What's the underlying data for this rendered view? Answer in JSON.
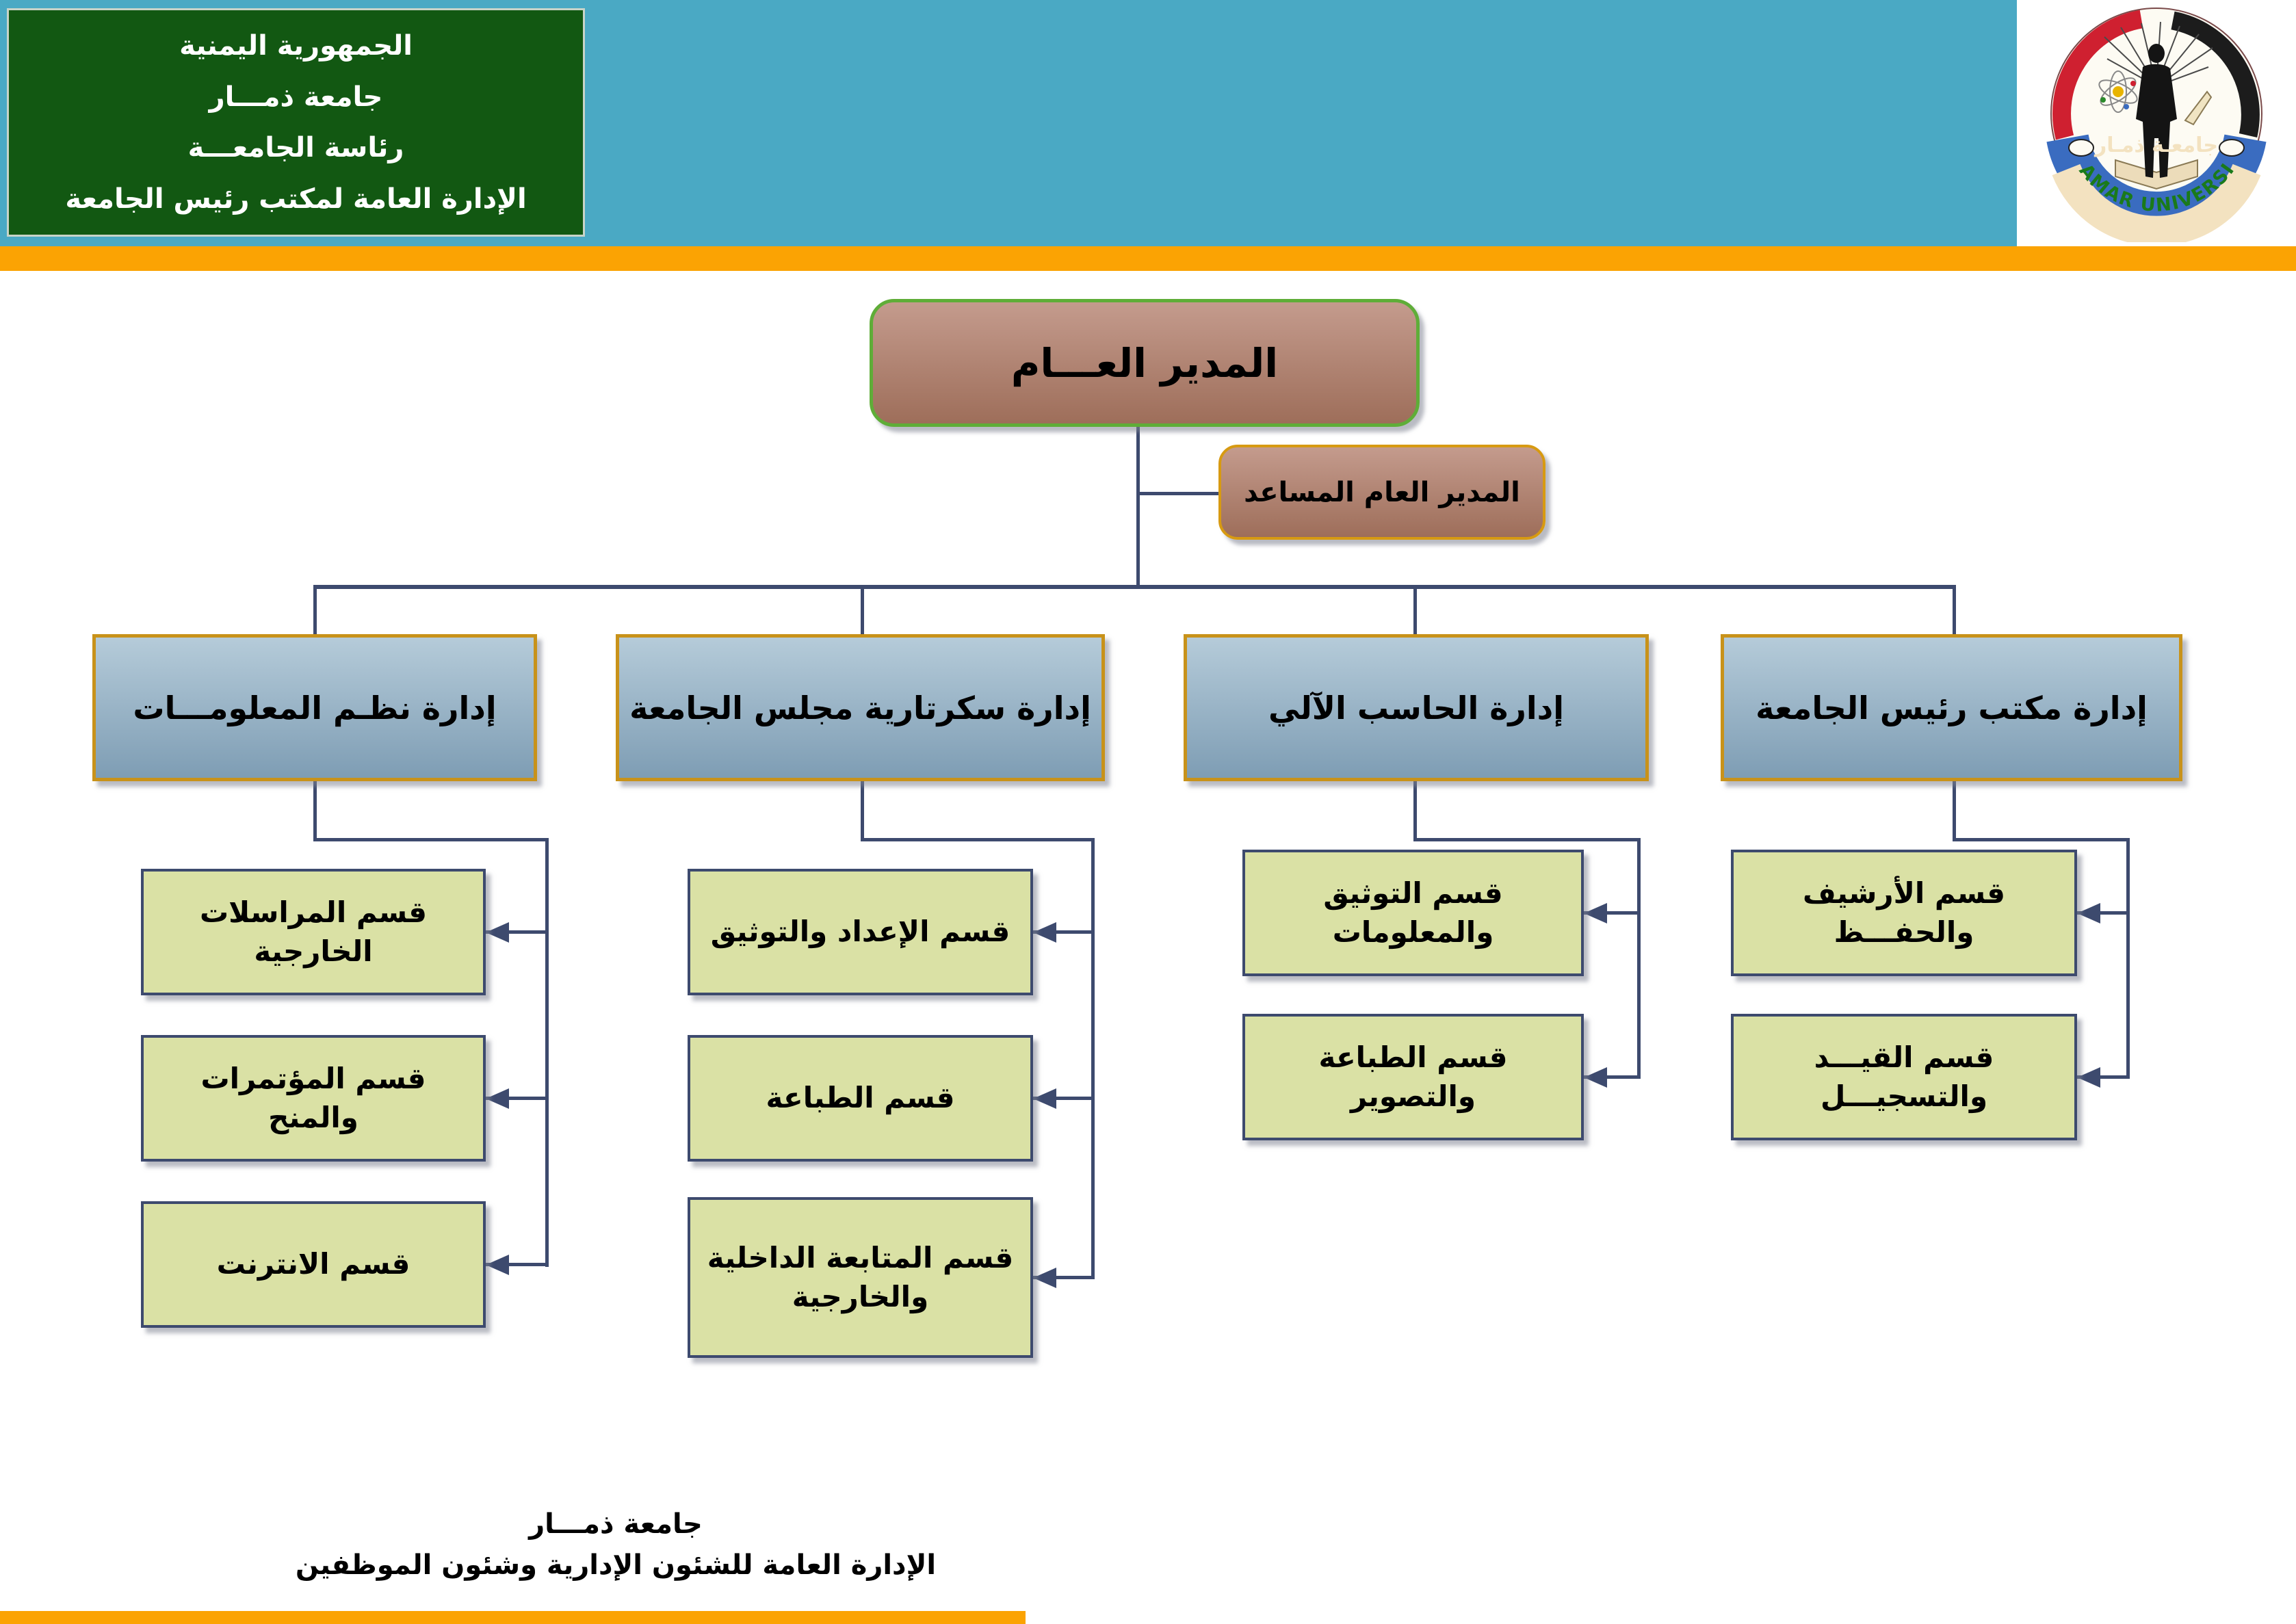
{
  "header": {
    "panel_lines": [
      "الجمهورية اليمنية",
      "جامعة ذمـــار",
      "رئاسة الجامعـــة",
      "الإدارة العامة لمكتب رئيس الجامعة"
    ],
    "logo": {
      "name_en": "THAMAR UNIVERSITY",
      "name_ar": "جامعـة ذمـار"
    },
    "colors": {
      "teal_band": "#4aa9c4",
      "green_panel": "#125812",
      "accent_bar": "#fba303"
    }
  },
  "chart": {
    "root": {
      "label": "المدير العـــام"
    },
    "assistant": {
      "label": "المدير العام المساعد"
    },
    "departments": [
      {
        "label": "إدارة نظـم المعلومـــات",
        "sections": [
          "قسم المراسلات الخارجية",
          "قسم المؤتمرات والمنح",
          "قسم الانترنت"
        ]
      },
      {
        "label": "إدارة سكرتارية مجلس الجامعة",
        "sections": [
          "قسم الإعداد والتوثيق",
          "قسم الطباعة",
          "قسم المتابعة الداخلية والخارجية"
        ]
      },
      {
        "label": "إدارة الحاسب الآلي",
        "sections": [
          "قسم التوثيق والمعلومات",
          "قسم الطباعة والتصوير"
        ]
      },
      {
        "label": "إدارة مكتب رئيس الجامعة",
        "sections": [
          "قسم الأرشيف والحفـــظ",
          "قسم القيـــد والتسجيـــل"
        ]
      }
    ],
    "colors": {
      "root_border": "#5fad38",
      "assistant_border": "#d79a12",
      "department_border": "#c8921a",
      "section_border": "#3d4a6e",
      "connector": "#3d4a6e",
      "section_fill": "#dae1a5"
    }
  },
  "footer": {
    "lines": [
      "جامعة ذمـــار",
      "الإدارة العامة للشئون الإدارية وشئون الموظفين"
    ]
  }
}
